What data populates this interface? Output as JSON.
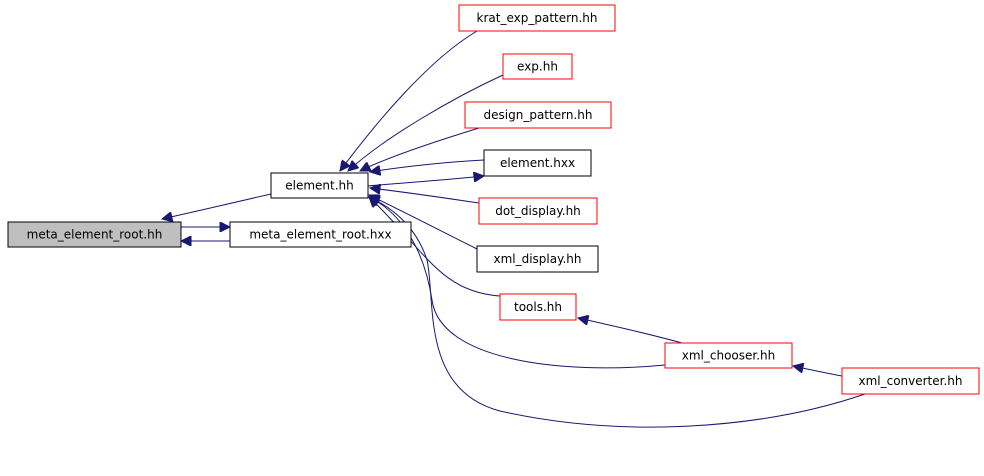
{
  "colors": {
    "edge": "#191970",
    "node_border_plain": "#000000",
    "node_border_linked": "#ff0000",
    "node_fill_focus": "#bfbfbf",
    "node_fill": "#ffffff"
  },
  "nodes": [
    {
      "id": "meta_element_root_hh",
      "label": "meta_element_root.hh",
      "style": "focus"
    },
    {
      "id": "element_hh",
      "label": "element.hh",
      "style": "plain"
    },
    {
      "id": "meta_element_root_hxx",
      "label": "meta_element_root.hxx",
      "style": "plain"
    },
    {
      "id": "krat_exp_pattern_hh",
      "label": "krat_exp_pattern.hh",
      "style": "linked"
    },
    {
      "id": "exp_hh",
      "label": "exp.hh",
      "style": "linked"
    },
    {
      "id": "design_pattern_hh",
      "label": "design_pattern.hh",
      "style": "linked"
    },
    {
      "id": "element_hxx",
      "label": "element.hxx",
      "style": "plain"
    },
    {
      "id": "dot_display_hh",
      "label": "dot_display.hh",
      "style": "linked"
    },
    {
      "id": "xml_display_hh",
      "label": "xml_display.hh",
      "style": "plain"
    },
    {
      "id": "tools_hh",
      "label": "tools.hh",
      "style": "linked"
    },
    {
      "id": "xml_chooser_hh",
      "label": "xml_chooser.hh",
      "style": "linked"
    },
    {
      "id": "xml_converter_hh",
      "label": "xml_converter.hh",
      "style": "linked"
    }
  ],
  "edges": [
    {
      "from": "element_hh",
      "to": "meta_element_root_hh"
    },
    {
      "from": "meta_element_root_hxx",
      "to": "meta_element_root_hh"
    },
    {
      "from": "meta_element_root_hh",
      "to": "meta_element_root_hxx"
    },
    {
      "from": "krat_exp_pattern_hh",
      "to": "element_hh"
    },
    {
      "from": "exp_hh",
      "to": "element_hh"
    },
    {
      "from": "design_pattern_hh",
      "to": "element_hh"
    },
    {
      "from": "element_hxx",
      "to": "element_hh"
    },
    {
      "from": "element_hh",
      "to": "element_hxx"
    },
    {
      "from": "dot_display_hh",
      "to": "element_hh"
    },
    {
      "from": "xml_display_hh",
      "to": "element_hh"
    },
    {
      "from": "tools_hh",
      "to": "element_hh"
    },
    {
      "from": "xml_chooser_hh",
      "to": "element_hh"
    },
    {
      "from": "xml_converter_hh",
      "to": "element_hh"
    },
    {
      "from": "xml_chooser_hh",
      "to": "tools_hh"
    },
    {
      "from": "xml_converter_hh",
      "to": "xml_chooser_hh"
    }
  ]
}
